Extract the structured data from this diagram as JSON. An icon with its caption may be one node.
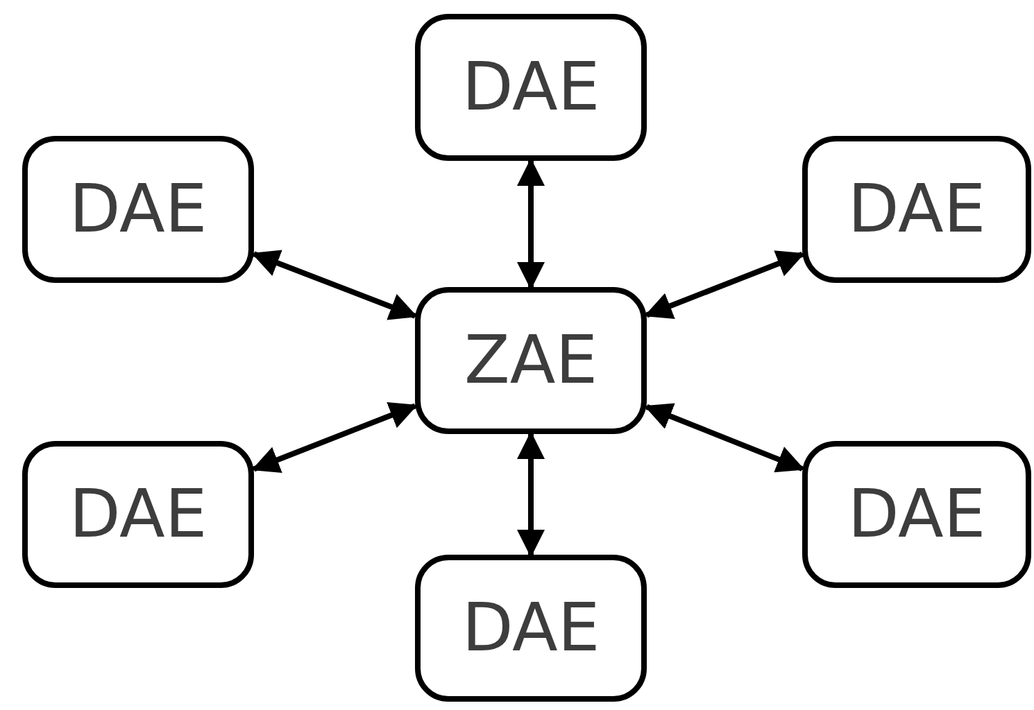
{
  "diagram": {
    "nodes": [
      {
        "text": [
          "DAE"
        ]
      },
      {
        "text": [
          "DAE"
        ]
      },
      {
        "text": [
          "DAE"
        ]
      },
      {
        "text": [
          "ZAE"
        ]
      },
      {
        "text": [
          "DAE"
        ]
      },
      {
        "text": [
          "DAE"
        ]
      },
      {
        "text": [
          "DAE"
        ]
      }
    ],
    "edges": [
      {
        "from": 3,
        "to": 0,
        "arrow": "both"
      },
      {
        "from": 3,
        "to": 1,
        "arrow": "both"
      },
      {
        "from": 3,
        "to": 2,
        "arrow": "both"
      },
      {
        "from": 3,
        "to": 4,
        "arrow": "both"
      },
      {
        "from": 3,
        "to": 5,
        "arrow": "both"
      },
      {
        "from": 3,
        "to": 6,
        "arrow": "both"
      }
    ]
  }
}
